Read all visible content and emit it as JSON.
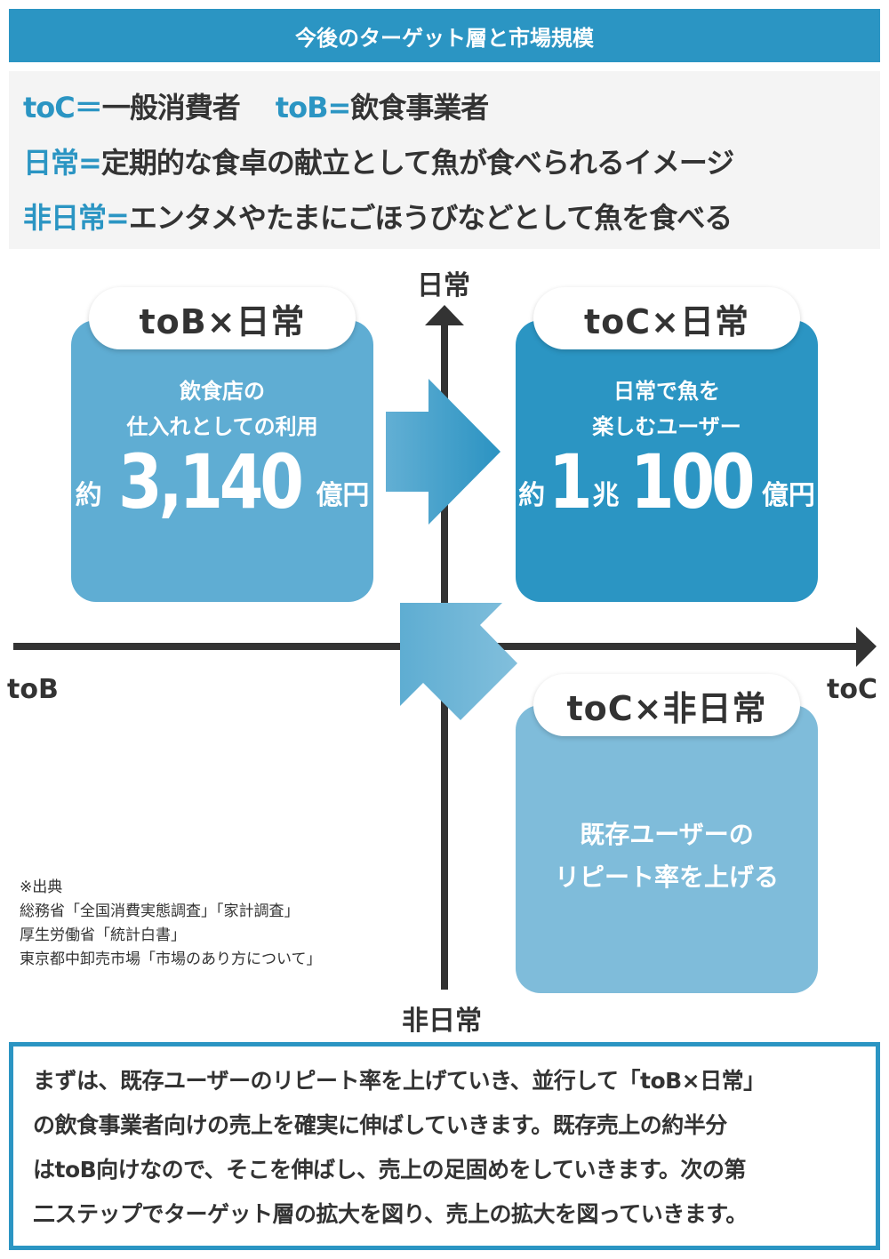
{
  "header": {
    "title": "今後のターゲット層と市場規模"
  },
  "definitions": {
    "line1": [
      {
        "key": "toC＝",
        "value": "一般消費者"
      },
      {
        "key": "toB=",
        "value": "飲食事業者"
      }
    ],
    "line2": {
      "key": "日常=",
      "value": "定期的な食卓の献立として魚が食べられるイメージ"
    },
    "line3": {
      "key": "非日常=",
      "value": "エンタメやたまにごほうびなどとして魚を食べる"
    }
  },
  "axes": {
    "top": "日常",
    "bottom": "非日常",
    "left": "toB",
    "right": "toC"
  },
  "quadrants": {
    "tob_daily": {
      "label": "toB×日常",
      "line1": "飲食店の",
      "line2": "仕入れとしての利用",
      "amount_prefix": "約",
      "amount_number": "3,140",
      "amount_suffix": "億円",
      "color": "#5fadd3"
    },
    "toc_daily": {
      "label": "toC×日常",
      "line1": "日常で魚を",
      "line2": "楽しむユーザー",
      "amount_prefix": "約",
      "amount_number_1": "1",
      "amount_unit_1": "兆",
      "amount_number_2": "100",
      "amount_suffix": "億円",
      "color": "#2b95c3"
    },
    "toc_nondaily": {
      "label": "toC×非日常",
      "line1": "既存ユーザーの",
      "line2": "リピート率を上げる",
      "color": "#7fbcda"
    }
  },
  "source": {
    "title": "※出典",
    "items": [
      "総務省「全国消費実態調査」「家計調査」",
      "厚生労働省「統計白書」",
      "東京都中卸売市場「市場のあり方について」"
    ]
  },
  "summary": {
    "lines": [
      "まずは、既存ユーザーのリピート率を上げていき、並行して「toB×日常」",
      "の飲食事業者向けの売上を確実に伸ばしていきます。既存売上の約半分",
      "はtoB向けなので、そこを伸ばし、売上の足固めをしていきます。次の第",
      "二ステップでターゲット層の拡大を図り、売上の拡大を図っていきます。"
    ]
  },
  "colors": {
    "accent": "#2b95c3",
    "axis": "#333333",
    "definition_bg": "#f4f4f4"
  }
}
